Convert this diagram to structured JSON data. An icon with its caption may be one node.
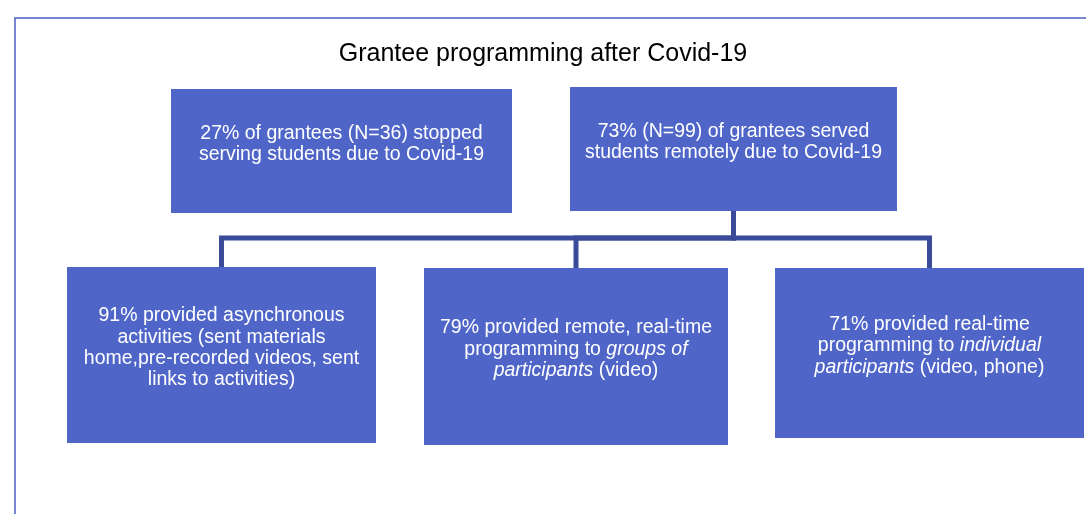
{
  "diagram": {
    "title": "Grantee programming after Covid-19",
    "nodes": [
      {
        "text": [
          "27% of grantees (N=36) stopped serving students due to Covid-19"
        ]
      },
      {
        "text": [
          "73% (N=99) of grantees served students remotely due to Covid-19"
        ]
      },
      {
        "text": [
          "91% provided asynchronous activities (sent materials home,pre-recorded videos, sent links to activities)"
        ]
      },
      {
        "text": [
          "79% provided remote, real-time programming to *groups of participants* (video)"
        ]
      },
      {
        "text": [
          "71% provided real-time programming to *individual participants* (video, phone)"
        ]
      }
    ],
    "edges": [
      {
        "from": 1,
        "to": 2,
        "arrow": "none"
      },
      {
        "from": 1,
        "to": 3,
        "arrow": "none"
      },
      {
        "from": 1,
        "to": 4,
        "arrow": "none"
      }
    ]
  }
}
